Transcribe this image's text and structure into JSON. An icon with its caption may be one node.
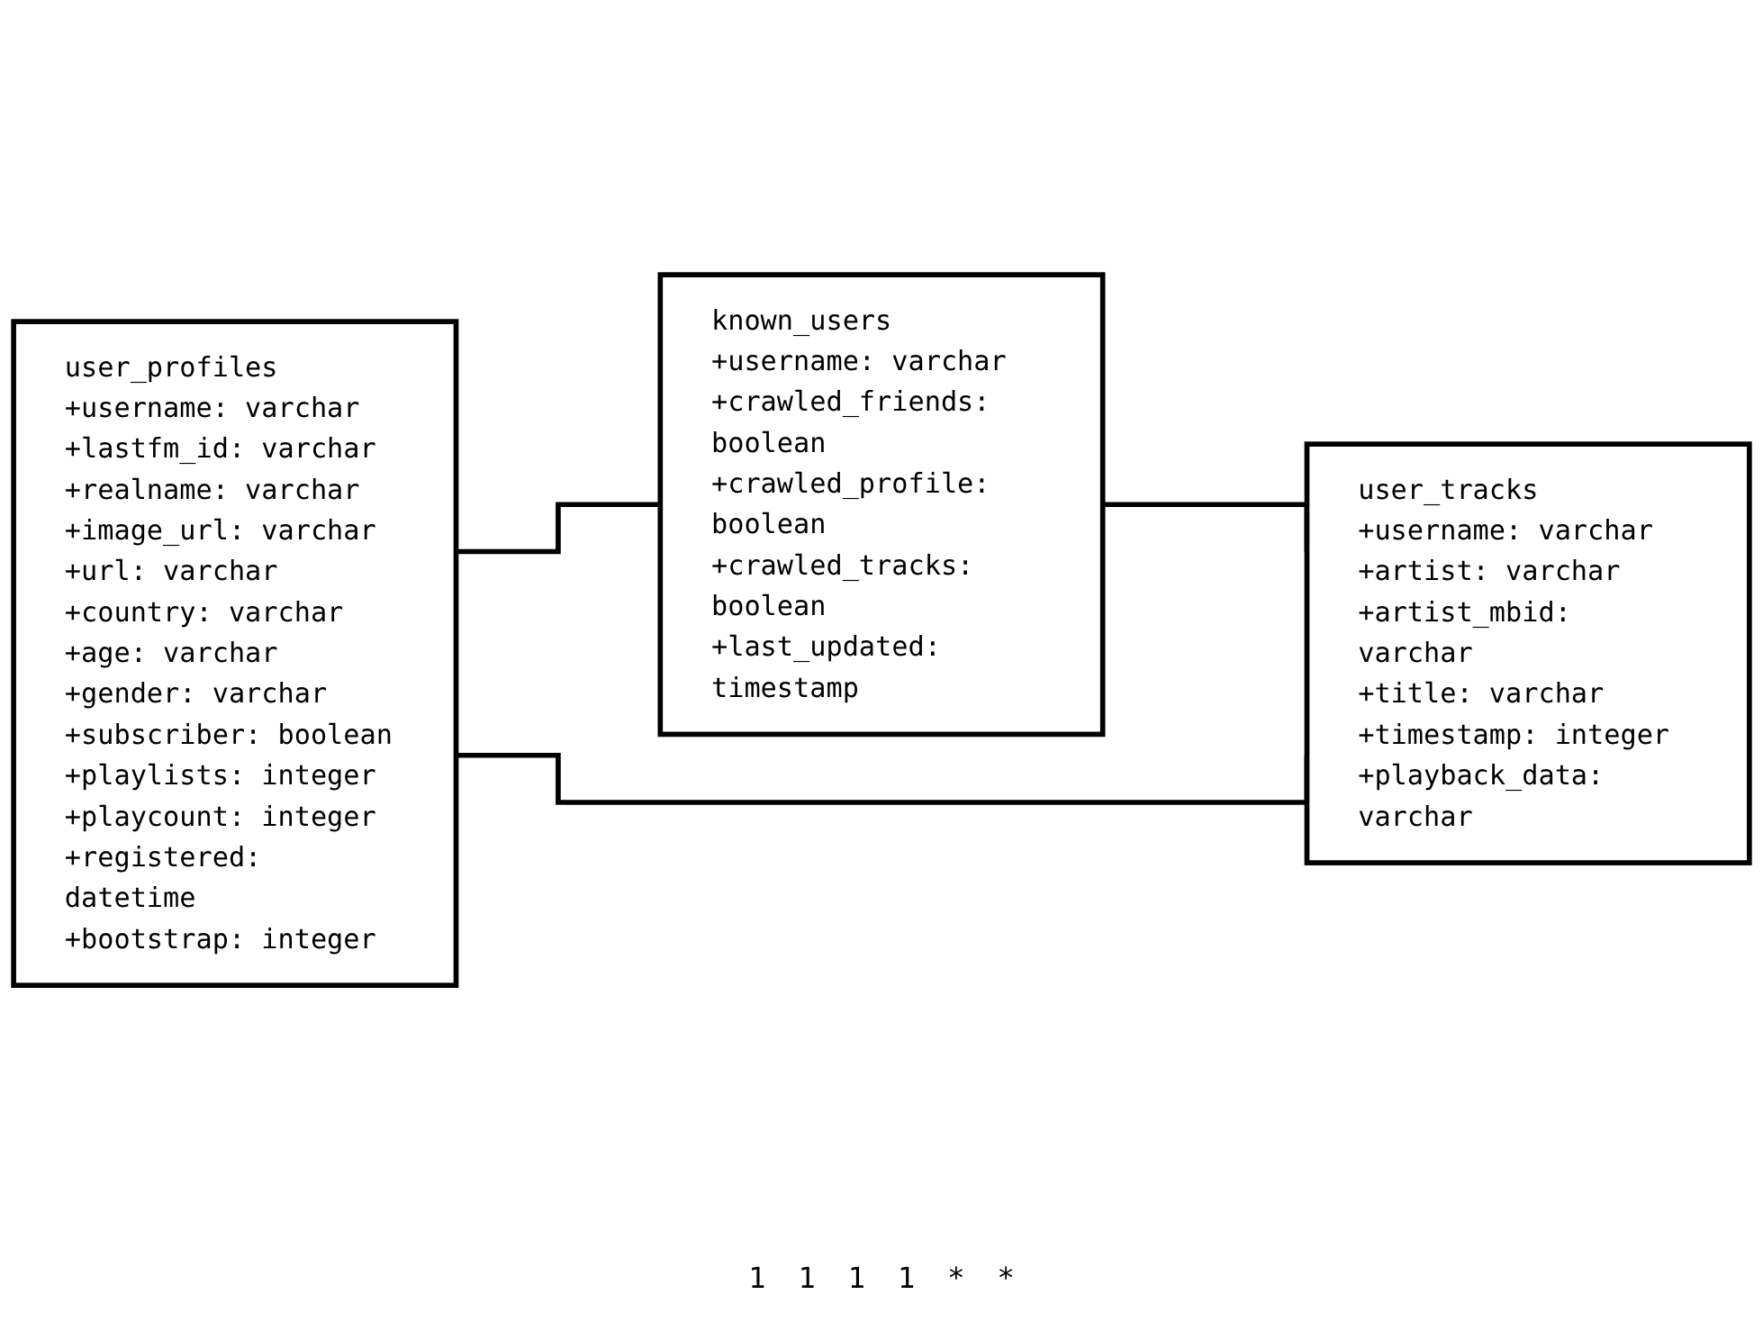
{
  "diagram": {
    "nodes": [
      {
        "text": [
          "known_users",
          "+username: varchar",
          "+crawled_friends: boolean",
          "+crawled_profile: boolean",
          "+crawled_tracks: boolean",
          "+last_updated: timestamp"
        ]
      },
      {
        "text": [
          "user_profiles",
          "+username: varchar",
          "+lastfm_id: varchar",
          "+realname: varchar",
          "+image_url: varchar",
          "+url: varchar",
          "+country: varchar",
          "+age: varchar",
          "+gender: varchar",
          "+subscriber: boolean",
          "+playlists: integer",
          "+playcount: integer",
          "+registered: datetime",
          "+bootstrap: integer"
        ]
      },
      {
        "text": [
          "user_tracks",
          "+username: varchar",
          "+artist: varchar",
          "+artist_mbid: varchar",
          "+title: varchar",
          "+timestamp: integer",
          "+playback_data: varchar"
        ]
      }
    ],
    "edges": [
      {
        "from": 1,
        "to": 0,
        "arrow": "none"
      },
      {
        "from": 0,
        "to": 2,
        "arrow": "none"
      },
      {
        "from": 1,
        "to": 2,
        "arrow": "none"
      }
    ],
    "labels": [
      "1",
      "1",
      "1",
      "1",
      "*",
      "*"
    ]
  }
}
